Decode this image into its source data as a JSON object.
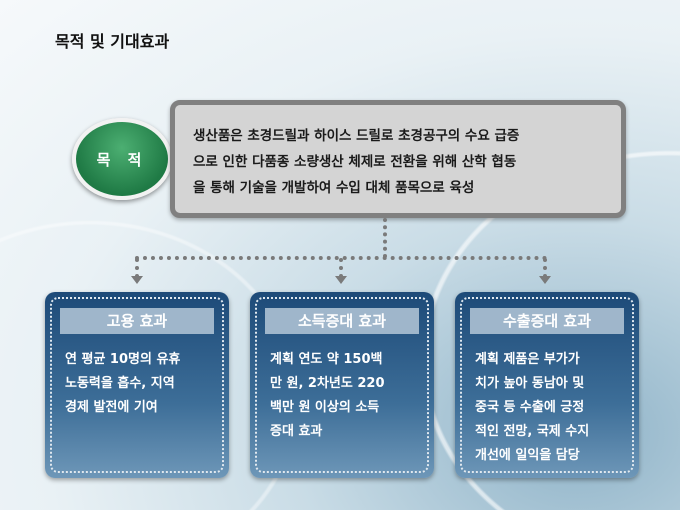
{
  "title": "목적 및 기대효과",
  "purpose": {
    "label": "목 적",
    "text": "생산품은 초경드릴과 하이스 드릴로 초경공구의 수요 급증\n으로 인한 다품종 소량생산 체제로 전환을 위해 산학 협동\n을 통해 기술을 개발하여 수입 대체 품목으로 육성"
  },
  "effects": [
    {
      "title": "고용 효과",
      "text": "연 평균 10명의 유휴\n노동력을 흡수, 지역\n경제 발전에 기여"
    },
    {
      "title": "소득증대 효과",
      "text": "계획 연도 약 150백\n만 원, 2차년도 220\n백만 원 이상의 소득\n증대 효과"
    },
    {
      "title": "수출증대 효과",
      "text": "계획 제품은 부가가\n치가 높아 동남아  및\n중국 등 수출에 긍정\n적인 전망, 국제 수지\n개선에 일익을 담당"
    }
  ]
}
